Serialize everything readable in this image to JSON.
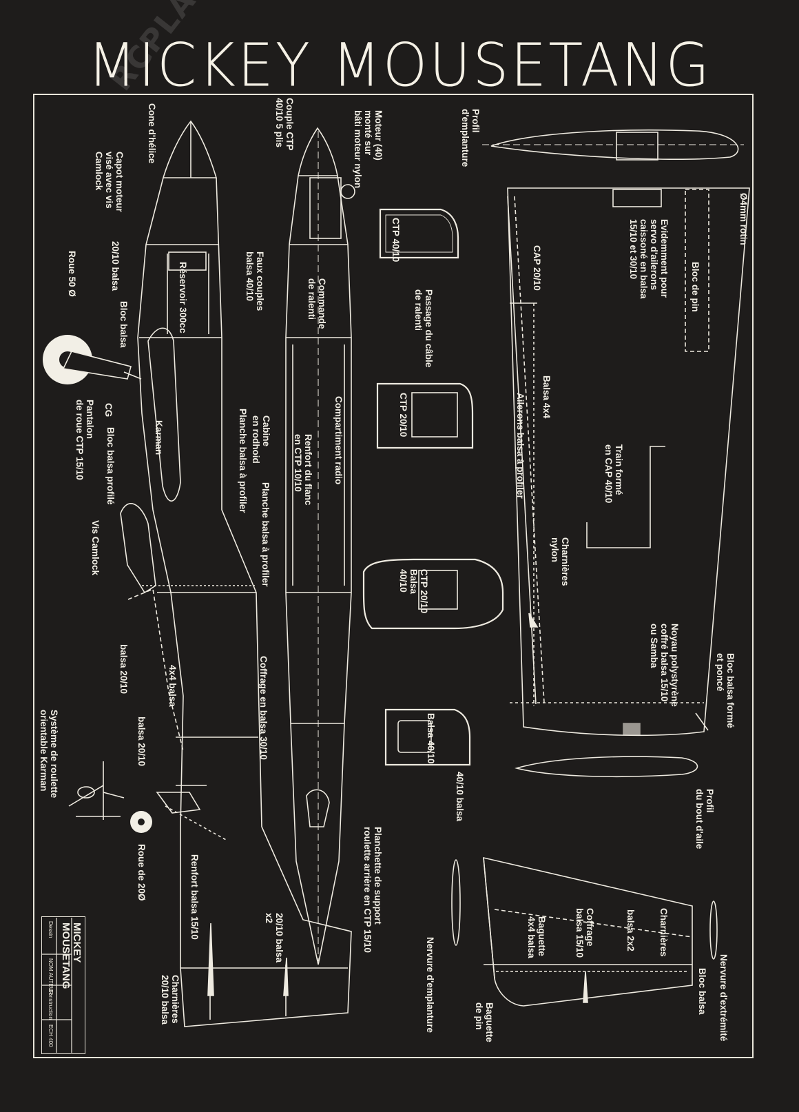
{
  "title": "MICKEY MOUSETANG",
  "watermark": "RCPLANER.COM",
  "labels": {
    "cone_helice": "Cone d'hélice",
    "couple_ctp": "Couple CTP\n40/10 5 plis",
    "moteur": "Moteur (40)\nmonté sur\nbâti moteur nylon",
    "capot": "Capot moteur\nvisé avec vis\nCamlock",
    "balsa_20_10_a": "20/10 balsa",
    "roue50": "Roue 50 Ø",
    "faux_couples": "Faux couples\nbalsa 40/10",
    "reservoir": "Réservoir 300cc",
    "bloc_balsa": "Bloc balsa",
    "commande": "Commande\nde ralenti",
    "ctp40": "CTP 40/10",
    "passage": "Passage du câble\nde ralenti",
    "ctp20a": "CTP 20/10",
    "compartiment": "Compartiment radio",
    "renfort_flanc": "Renfort du flanc\nen CTP 10/10",
    "cabine": "Cabine\nen rodhoid",
    "planche1": "Planche balsa à profiler",
    "planche2": "Planche balsa à profiler",
    "pantalon": "Pantalon\nde roue CTP 15/10",
    "cg": "CG",
    "bloc_profile": "Bloc balsa profilé",
    "karman": "Karman",
    "vis_camlock": "Vis Camlock",
    "ctp20b": "CTP 20/10\nBalsa\n40/10",
    "balsa_20_10_b": "balsa 20/10",
    "balsa_4x4a": "4x4 balsa",
    "coffrage30": "Coffrage en balsa 30/10",
    "balsa_20_10_c": "balsa 20/10",
    "systeme": "Système de roulette\norientable Karman",
    "balsa4010": "Balsa 40/10",
    "balsa4010b": "40/10 balsa",
    "roue20": "Roue de 20Ø",
    "renfort_balsa": "Renfort balsa 15/10",
    "balsa_2010_x2": "20/10 balsa\nx2",
    "planchette": "Planchette de support\nroulette arrière en CTP 15/10",
    "charnieres_a": "Charnières\n20/10 balsa",
    "profil_empl": "Profil\nd'emplanture",
    "rotin": "Ø4mm rotin",
    "evidement": "Evidemment pour\nservo d'ailerons\ncaissoné en balsa\n15/10 et 30/10",
    "bloc_pin": "Bloc de pin",
    "cap2010": "CAP 20/10",
    "balsa4x4": "Balsa 4x4",
    "ailerons": "Ailerons balsa à profiler",
    "train": "Train formé\nen CAP 40/10",
    "charn_nylon": "Charnières\nnylon",
    "noyau": "Noyau polystyrène\ncoffré balsa 15/10\nou Samba",
    "bloc_forme": "Bloc balsa formé\net poncé",
    "profil_bout": "Profil\ndu bout d'aile",
    "nervure_empl": "Nervure d'emplanture",
    "baguette_pin": "Baguette\nde pin",
    "baguette_4x4": "Baguette\n4x4 balsa",
    "coffrage1510": "Coffrage\nbalsa 15/10",
    "balsa2x2": "balsa 2x2",
    "charnieres_b": "Charnières",
    "bloc_balsa_b": "Bloc balsa",
    "nervure_extr": "Nervure d'extrémité"
  },
  "cartouche": {
    "name": "MICKEY\nMOUSETANG",
    "dessin": "Dessin",
    "construction": "Construction",
    "ref1": "NOM AUTEUR",
    "ref2": "ECH 400"
  },
  "colors": {
    "background": "#1e1c1b",
    "lines": "#eeeae0"
  }
}
